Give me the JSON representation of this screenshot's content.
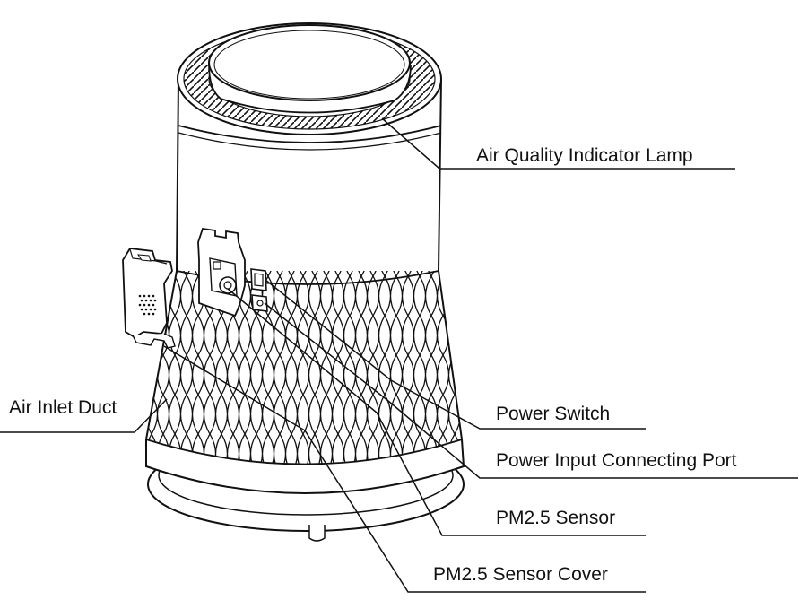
{
  "labels": {
    "air_quality_lamp": "Air Quality Indicator Lamp",
    "power_switch": "Power Switch",
    "power_input": "Power Input Connecting Port",
    "pm25_sensor": "PM2.5 Sensor",
    "pm25_cover": "PM2.5 Sensor Cover",
    "air_inlet": "Air Inlet Duct"
  },
  "colors": {
    "line": "#111111",
    "background": "#ffffff"
  }
}
